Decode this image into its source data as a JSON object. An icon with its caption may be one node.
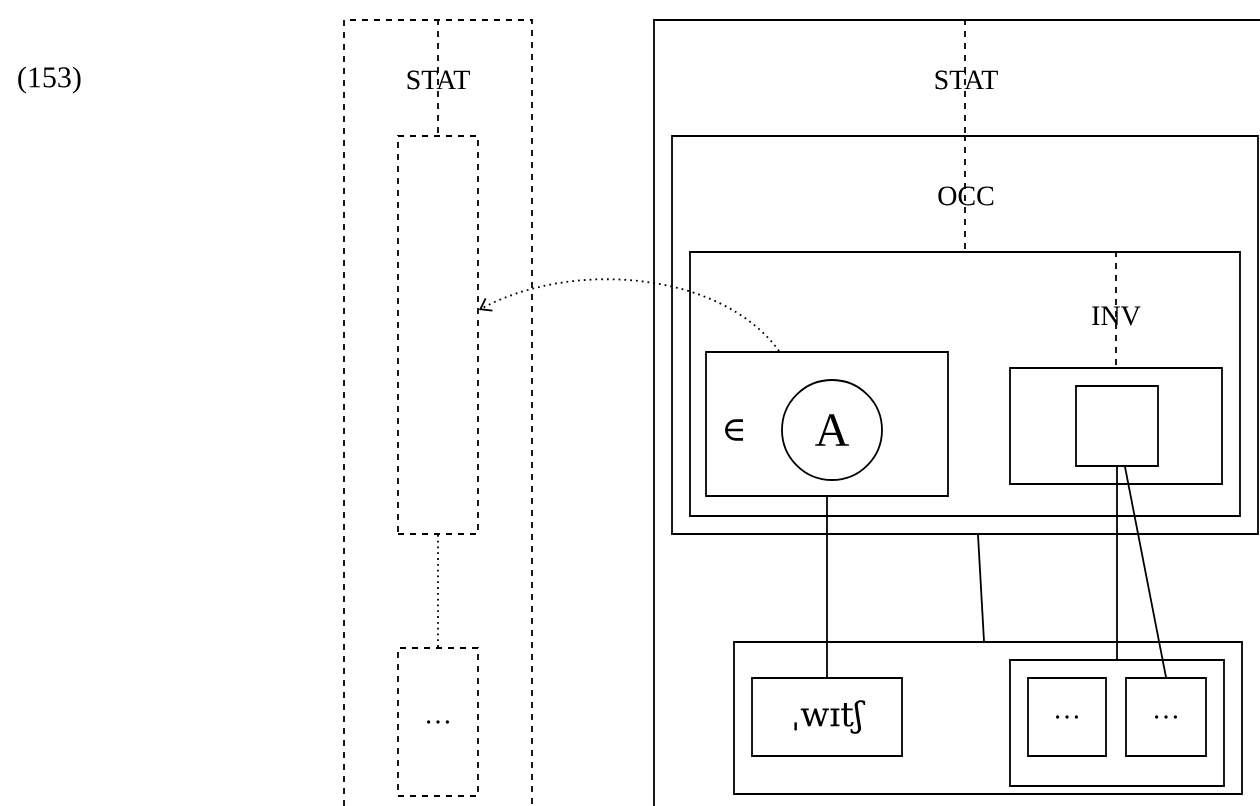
{
  "diagram": {
    "nodes": [
      {
        "text": [
          "STAT"
        ]
      },
      {
        "text": [],
        "shape": "box",
        "in": 0
      },
      {
        "text": [
          "…"
        ],
        "in": 0
      },
      {
        "text": [
          "STAT"
        ]
      },
      {
        "text": [
          "OCC"
        ],
        "in": 3
      },
      {
        "text": [
          "INV"
        ],
        "in": 4
      },
      {
        "text": [
          "∈"
        ],
        "in": 5
      },
      {
        "text": [
          "A"
        ],
        "in": 6
      },
      {
        "text": [],
        "shape": "box",
        "in": 5
      },
      {
        "text": [],
        "shape": "box",
        "in": 8
      },
      {
        "text": [],
        "shape": "box",
        "in": 3
      },
      {
        "text": [
          "ˌwɪtʃ"
        ],
        "in": 10
      },
      {
        "text": [],
        "shape": "box",
        "in": 10
      },
      {
        "text": [
          "…"
        ],
        "in": 12
      },
      {
        "text": [
          "…"
        ],
        "in": 12
      }
    ],
    "edges": [
      {
        "from": 0,
        "to": 1,
        "arrow": "none",
        "style": "dashed"
      },
      {
        "from": 3,
        "to": 4,
        "arrow": "none",
        "style": "dashed"
      },
      {
        "from": 4,
        "to": 5,
        "arrow": "none",
        "style": "dashed"
      },
      {
        "from": 5,
        "to": 8,
        "arrow": "none",
        "style": "dashed"
      },
      {
        "from": 6,
        "to": 1,
        "arrow": "to",
        "style": "dashed"
      },
      {
        "from": 1,
        "to": 2,
        "arrow": "none",
        "style": "dashed"
      },
      {
        "from": 6,
        "to": 11,
        "arrow": "none"
      },
      {
        "from": 4,
        "to": 10,
        "arrow": "none"
      },
      {
        "from": 9,
        "to": 12,
        "arrow": "none"
      },
      {
        "from": 9,
        "to": 14,
        "arrow": "none"
      }
    ],
    "labels": [
      "(153)"
    ]
  }
}
